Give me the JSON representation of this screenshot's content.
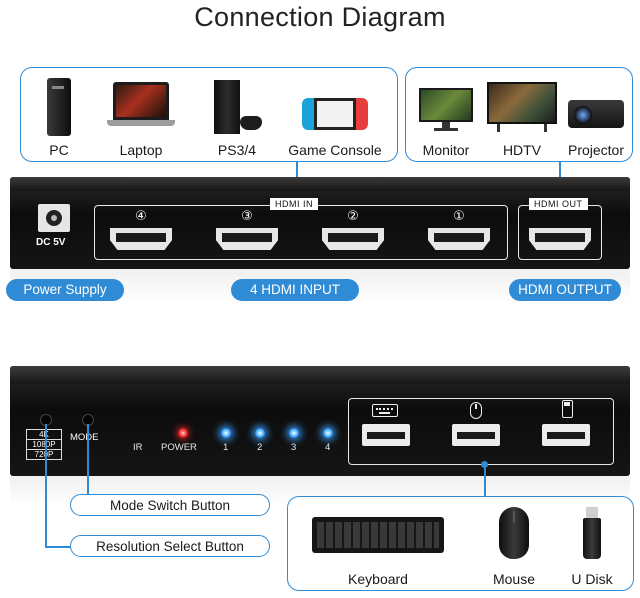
{
  "title": "Connection Diagram",
  "sources": [
    {
      "label": "PC",
      "icon": "pc-tower-icon"
    },
    {
      "label": "Laptop",
      "icon": "laptop-icon"
    },
    {
      "label": "PS3/4",
      "icon": "game-console-icon"
    },
    {
      "label": "Game Console",
      "icon": "handheld-console-icon"
    }
  ],
  "displays": [
    {
      "label": "Monitor",
      "icon": "monitor-icon"
    },
    {
      "label": "HDTV",
      "icon": "tv-icon"
    },
    {
      "label": "Projector",
      "icon": "projector-icon"
    }
  ],
  "rear_panel": {
    "dc_label": "DC 5V",
    "hdmi_in_label": "HDMI IN",
    "hdmi_out_label": "HDMI OUT",
    "input_numbers": [
      "④",
      "③",
      "②",
      "①"
    ]
  },
  "callouts": {
    "power_supply": "Power Supply",
    "hdmi_input": "4 HDMI INPUT",
    "hdmi_output": "HDMI OUTPUT",
    "mode_switch": "Mode Switch Button",
    "resolution_select": "Resolution Select Button"
  },
  "front_panel": {
    "resolutions": [
      "4K",
      "1080P",
      "720P"
    ],
    "mode_label": "MODE",
    "ir_label": "IR",
    "power_label": "POWER",
    "channel_labels": [
      "1",
      "2",
      "3",
      "4"
    ]
  },
  "peripherals": [
    {
      "label": "Keyboard",
      "icon": "keyboard-icon"
    },
    {
      "label": "Mouse",
      "icon": "mouse-icon"
    },
    {
      "label": "U Disk",
      "icon": "usb-drive-icon"
    }
  ],
  "colors": {
    "accent": "#2f8bd6",
    "device_body": "#111111",
    "led_blue": "#1b8bff",
    "led_red": "#ff3a3a"
  }
}
